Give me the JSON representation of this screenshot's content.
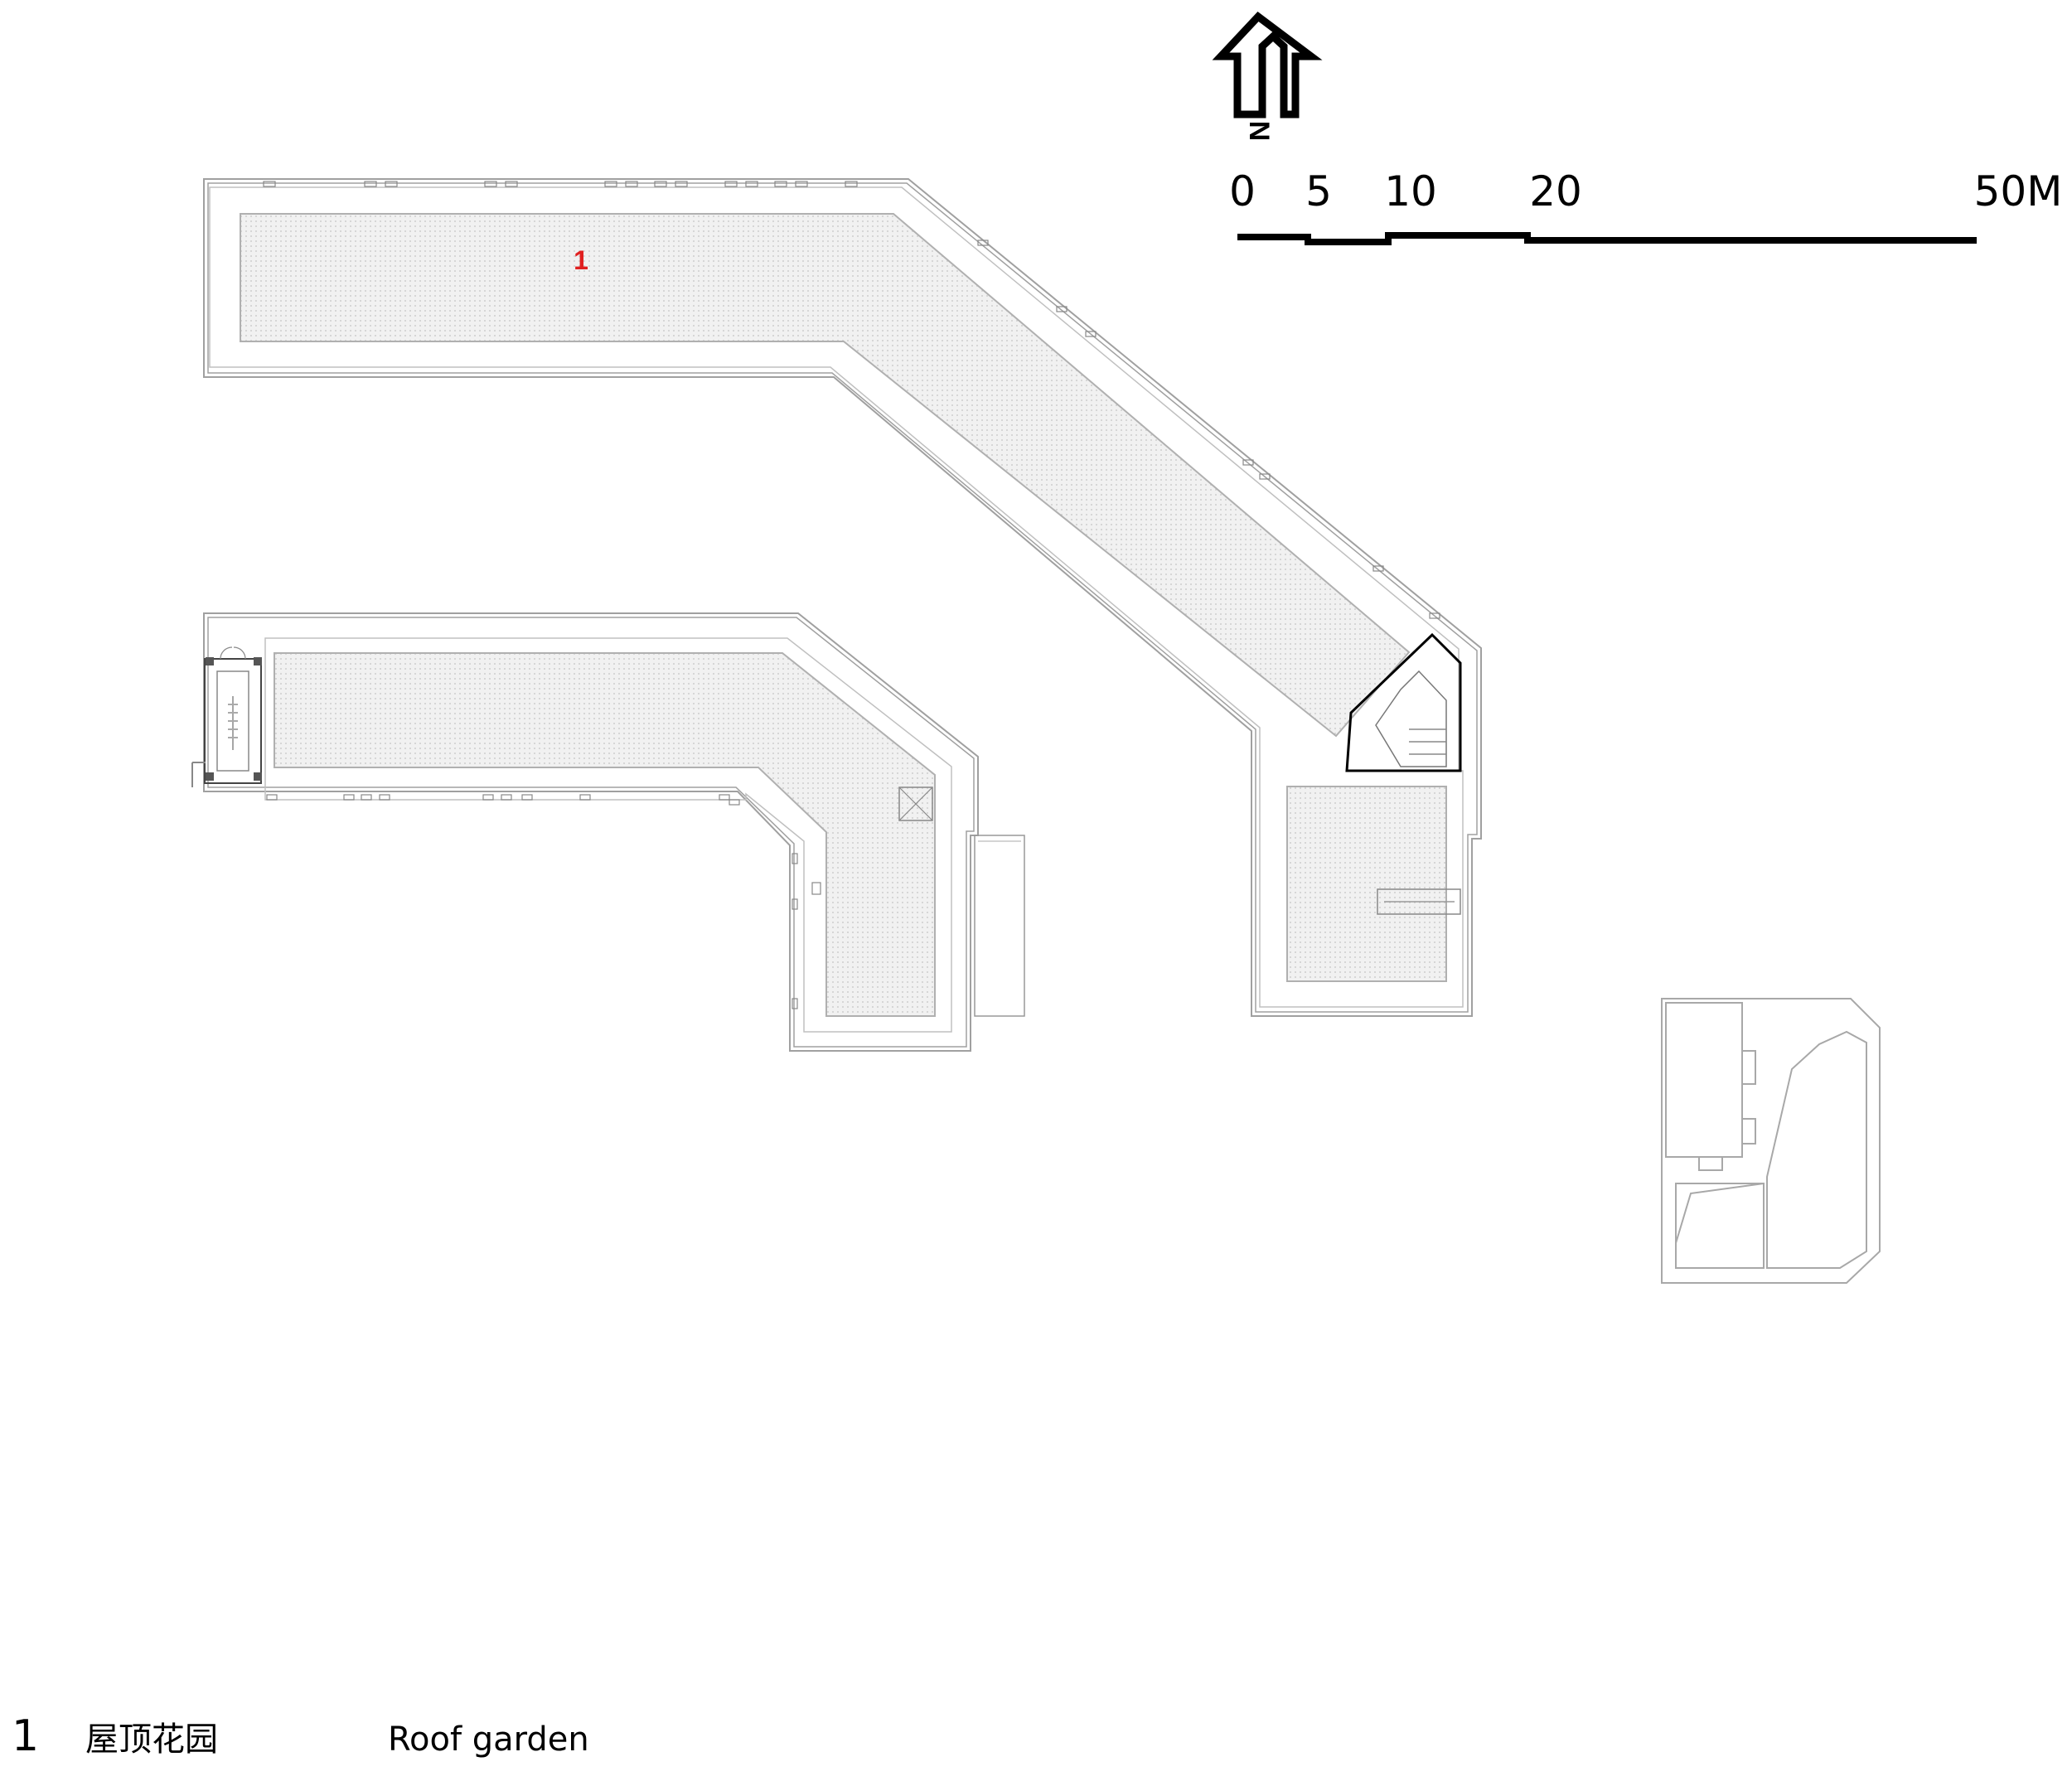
{
  "scale_bar": {
    "labels": [
      "0",
      "5",
      "10",
      "20",
      "50M"
    ]
  },
  "north_arrow": {
    "letter": "N"
  },
  "plan": {
    "zone_labels": [
      "1"
    ]
  },
  "legend": {
    "items": [
      {
        "number": "1",
        "chinese": "屋顶花园",
        "english": "Roof garden"
      }
    ]
  },
  "colors": {
    "plan_line": "#9a9a9a",
    "planting": "#e9e9e9",
    "zone_label": "#e02020",
    "ink": "#000000"
  }
}
